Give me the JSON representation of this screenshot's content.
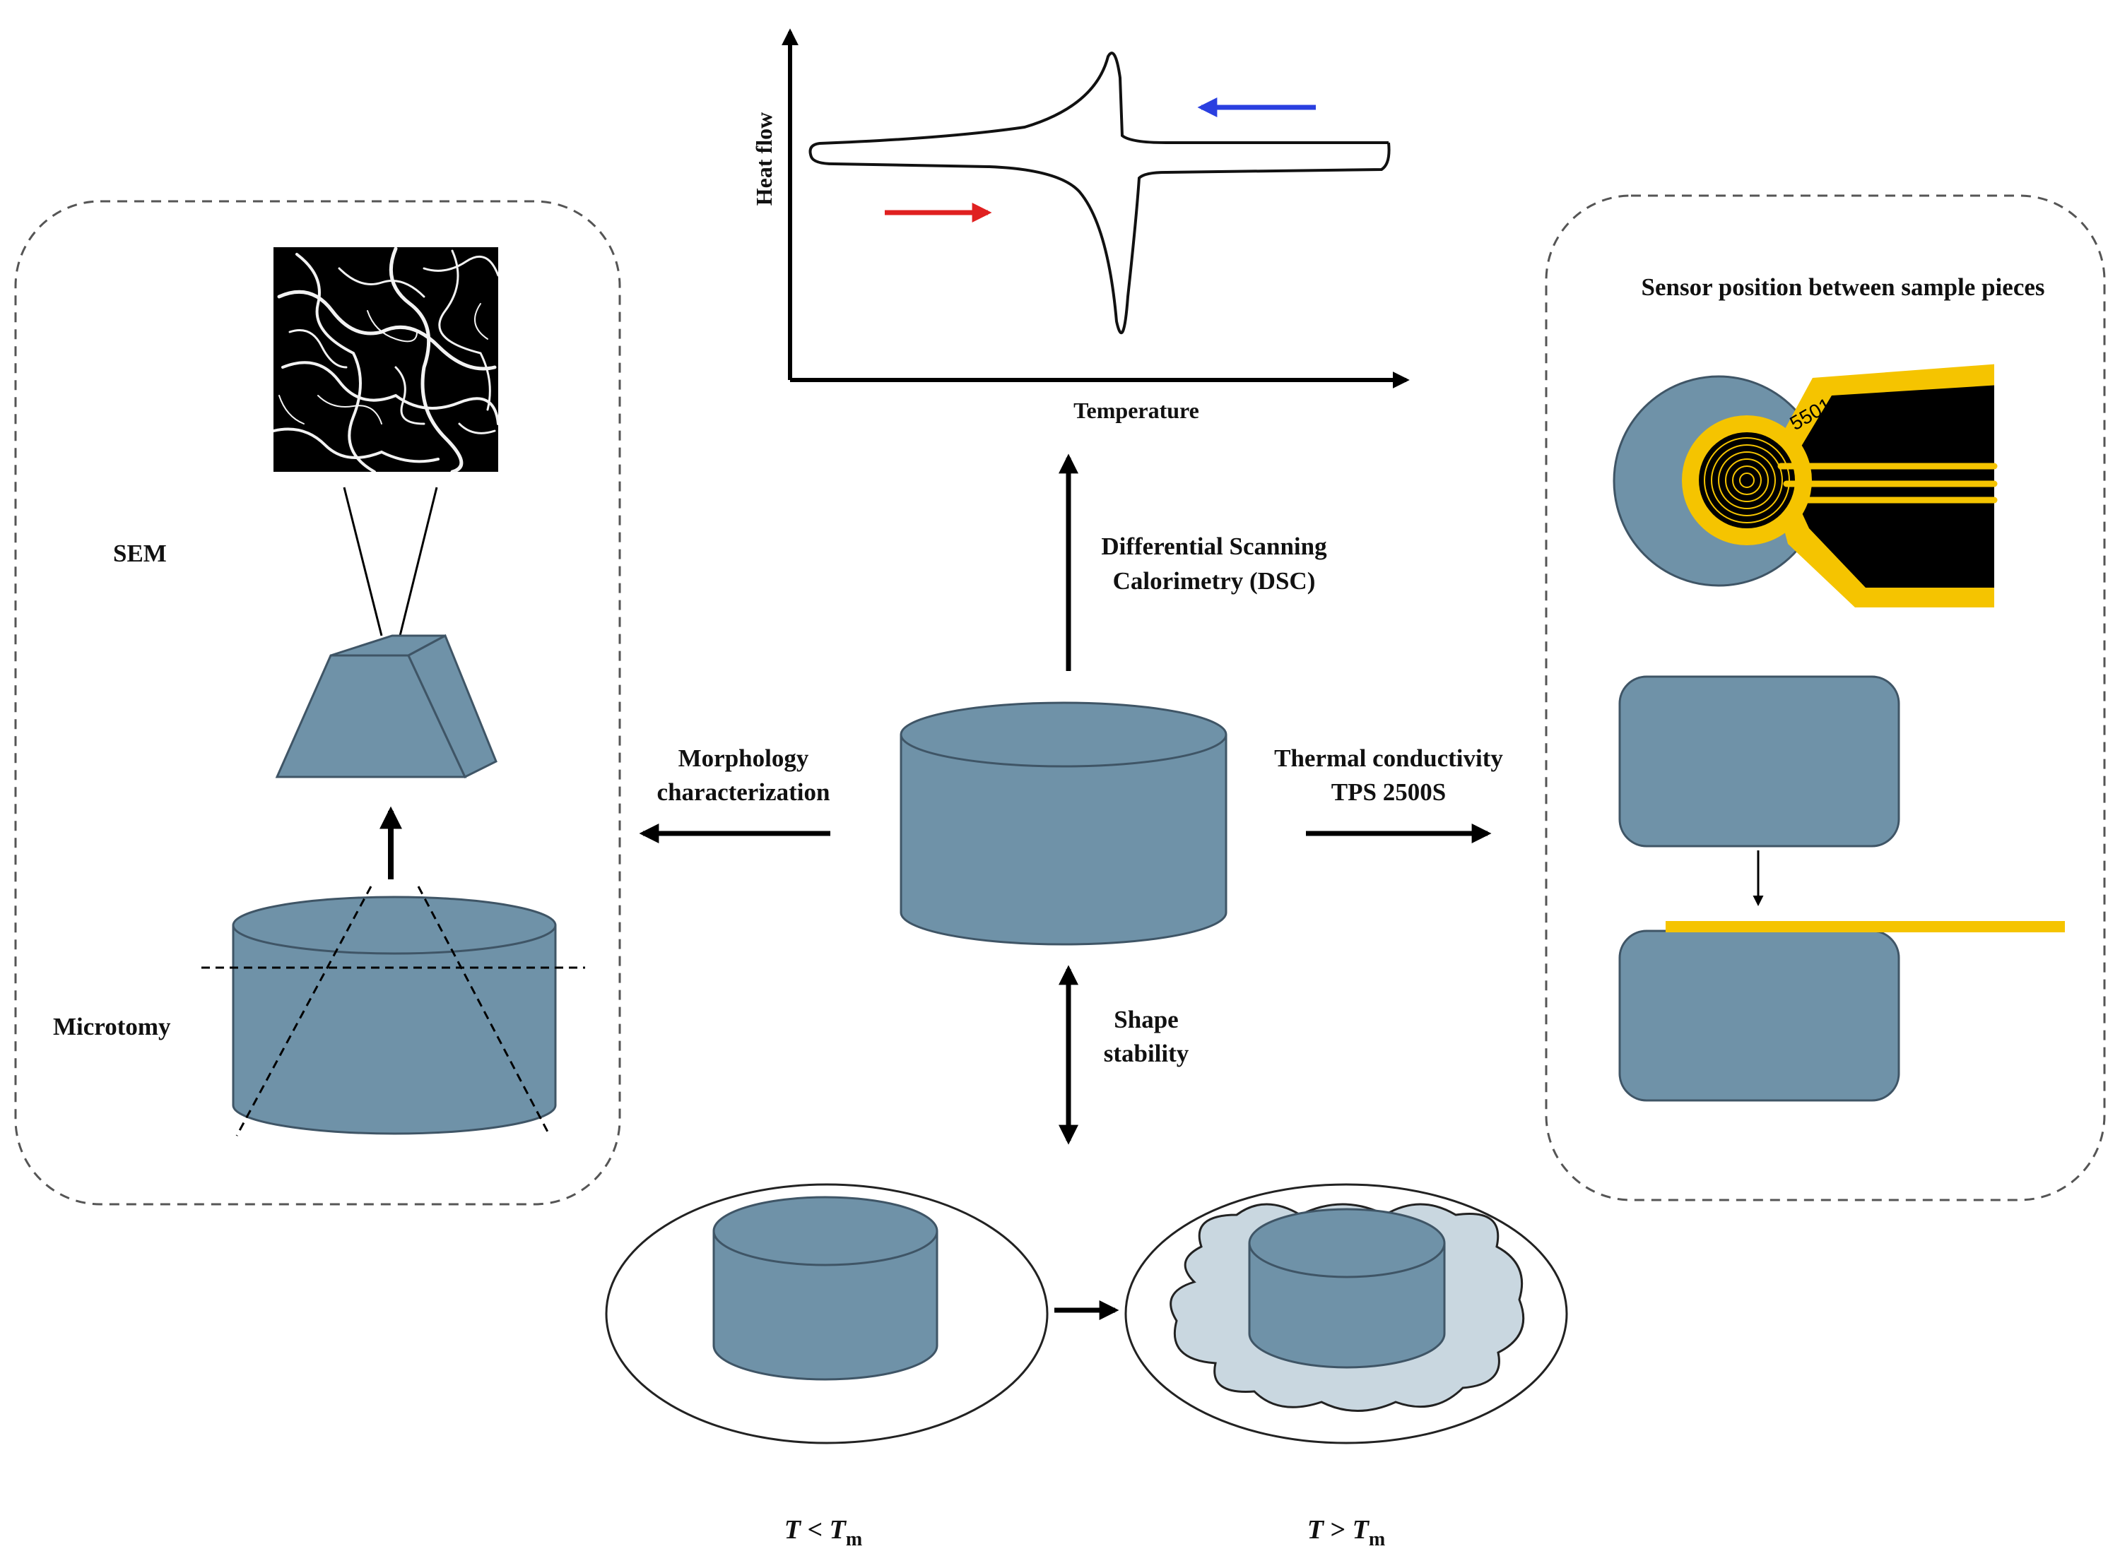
{
  "colors": {
    "sample_fill": "#6f92a8",
    "sample_stroke": "#3f5566",
    "melt_fill": "#c9d7e0",
    "sensor_yellow": "#f5c400",
    "heating_arrow": "#e02020",
    "cooling_arrow": "#2a3fe0"
  },
  "dsc": {
    "y_axis_label": "Heat flow",
    "x_axis_label": "Temperature"
  },
  "labels": {
    "dsc_method": [
      "Differential Scanning",
      "Calorimetry (DSC)"
    ],
    "morphology": [
      "Morphology",
      "characterization"
    ],
    "thermal": [
      "Thermal conductivity",
      "TPS 2500S"
    ],
    "shape": [
      "Shape",
      "stability"
    ]
  },
  "left_panel": {
    "sem_label": "SEM",
    "microtomy_label": "Microtomy"
  },
  "right_panel": {
    "title": "Sensor position between sample pieces",
    "sensor_code": "5501"
  },
  "shape_test": {
    "below_label": {
      "t": "T",
      "op": " < ",
      "tm": "T",
      "sub": "m"
    },
    "above_label": {
      "t": "T",
      "op": " > ",
      "tm": "T",
      "sub": "m"
    }
  },
  "icons": [
    "sem-micrograph-icon",
    "sensor-icon"
  ]
}
